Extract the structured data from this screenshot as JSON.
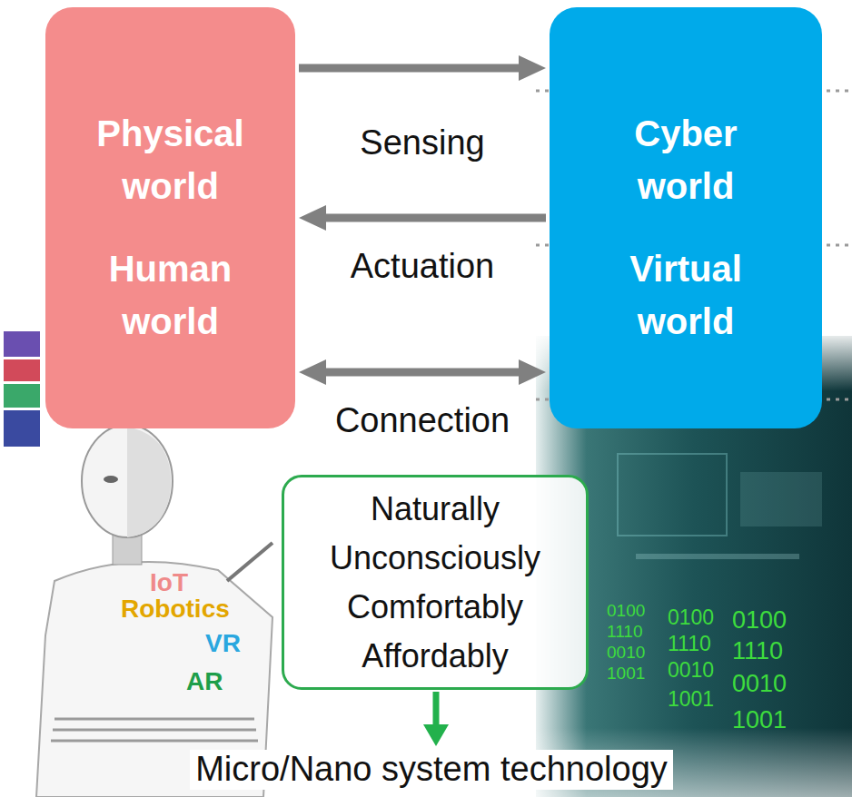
{
  "diagram": {
    "nodes": [
      {
        "text": [
          "Physical world",
          "Human world"
        ]
      },
      {
        "text": [
          "Cyber world",
          "Virtual world"
        ]
      },
      {
        "text": [
          "Naturally",
          "Unconsciously",
          "Comfortably",
          "Affordably"
        ]
      }
    ],
    "edges": [
      {
        "from": 0,
        "to": 1,
        "arrow": "to",
        "label": "Sensing"
      },
      {
        "from": 1,
        "to": 0,
        "arrow": "to",
        "label": "Actuation"
      },
      {
        "from": 0,
        "to": 1,
        "arrow": "both",
        "label": "Connection"
      }
    ],
    "labels": [
      "IoT",
      "Robotics",
      "VR",
      "AR",
      "0100",
      "1110",
      "0010",
      "1001",
      "0100",
      "1110",
      "0010",
      "1001",
      "0100",
      "1110",
      "0010",
      "1001",
      "Micro/Nano system technology"
    ]
  }
}
